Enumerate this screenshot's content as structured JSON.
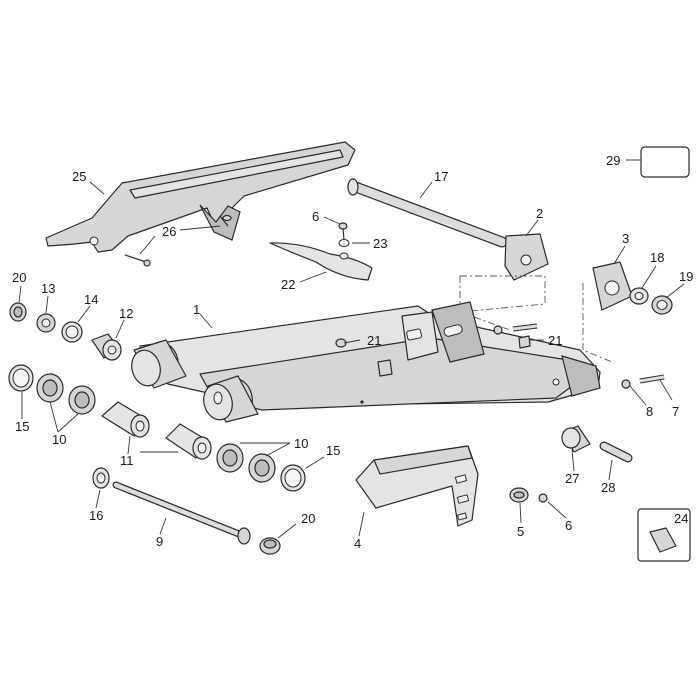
{
  "labels": {
    "p1": "1",
    "p2": "2",
    "p3": "3",
    "p4": "4",
    "p5": "5",
    "p6a": "6",
    "p6b": "6",
    "p7": "7",
    "p8": "8",
    "p9": "9",
    "p10a": "10",
    "p10b": "10",
    "p11": "11",
    "p12": "12",
    "p13": "13",
    "p14": "14",
    "p15a": "15",
    "p15b": "15",
    "p16": "16",
    "p17": "17",
    "p18": "18",
    "p19": "19",
    "p20a": "20",
    "p20b": "20",
    "p21a": "21",
    "p21b": "21",
    "p22": "22",
    "p23": "23",
    "p24": "24",
    "p25": "25",
    "p26": "26",
    "p27": "27",
    "p28": "28",
    "p29": "29"
  }
}
